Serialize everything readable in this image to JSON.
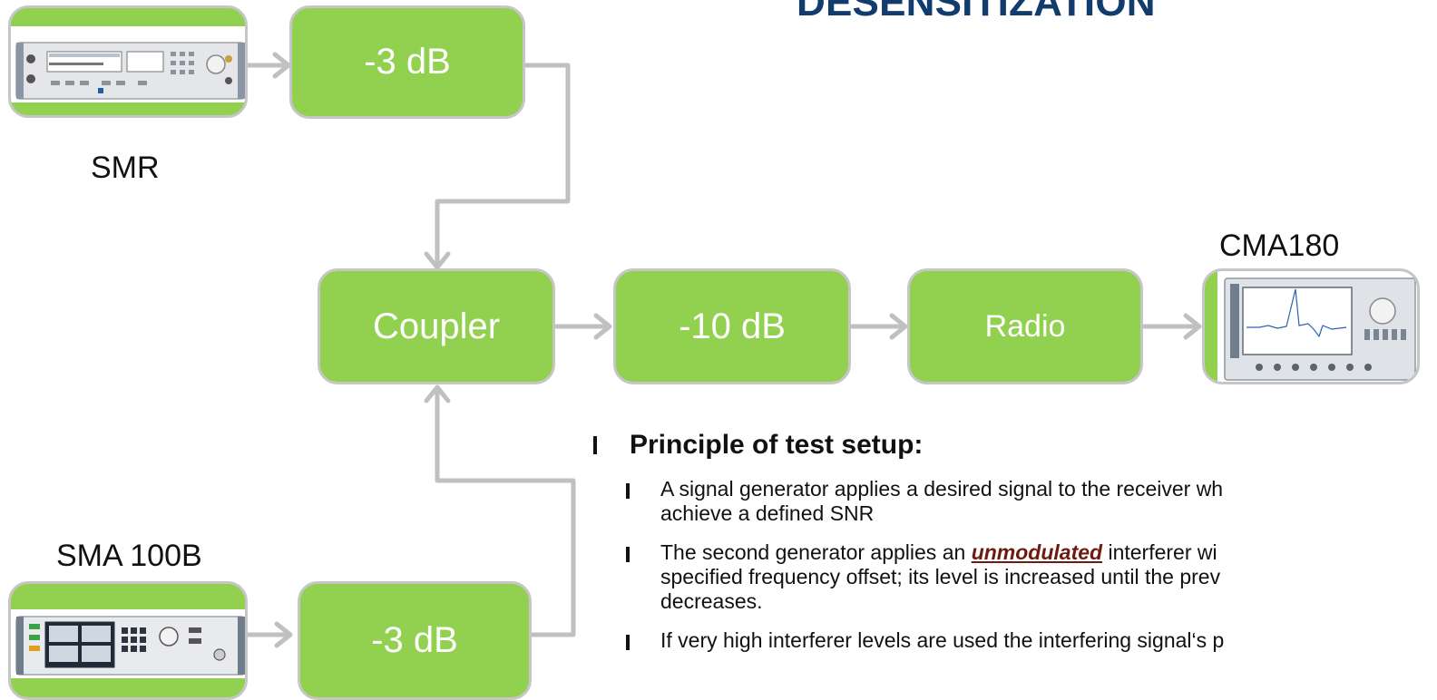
{
  "title": "DESENSITIZATION",
  "instruments": {
    "smr_label": "SMR",
    "sma_label": "SMA 100B",
    "cma_label": "CMA180"
  },
  "blocks": {
    "attenuator_top": "-3 dB",
    "coupler": "Coupler",
    "attenuator_mid": "-10 dB",
    "radio": "Radio",
    "attenuator_bottom": "-3 dB"
  },
  "bullets": {
    "heading": "Principle of test setup:",
    "item1_line1": "A signal generator applies a desired signal to the receiver wh",
    "item1_line2": "achieve a defined SNR",
    "item2_pre": "The second generator applies an ",
    "item2_emph": "unmodulated",
    "item2_post": " interferer wi",
    "item2_line2": "specified frequency offset; its level is increased until the prev",
    "item2_line3": "decreases.",
    "item3_line1": "If very high interferer levels are used the interfering signal‘s p"
  },
  "colors": {
    "block_fill": "#92d050",
    "block_border": "#c6c6c6",
    "title": "#123c6e",
    "emphasis": "#6e1a10",
    "connector": "#c0c0c0"
  }
}
